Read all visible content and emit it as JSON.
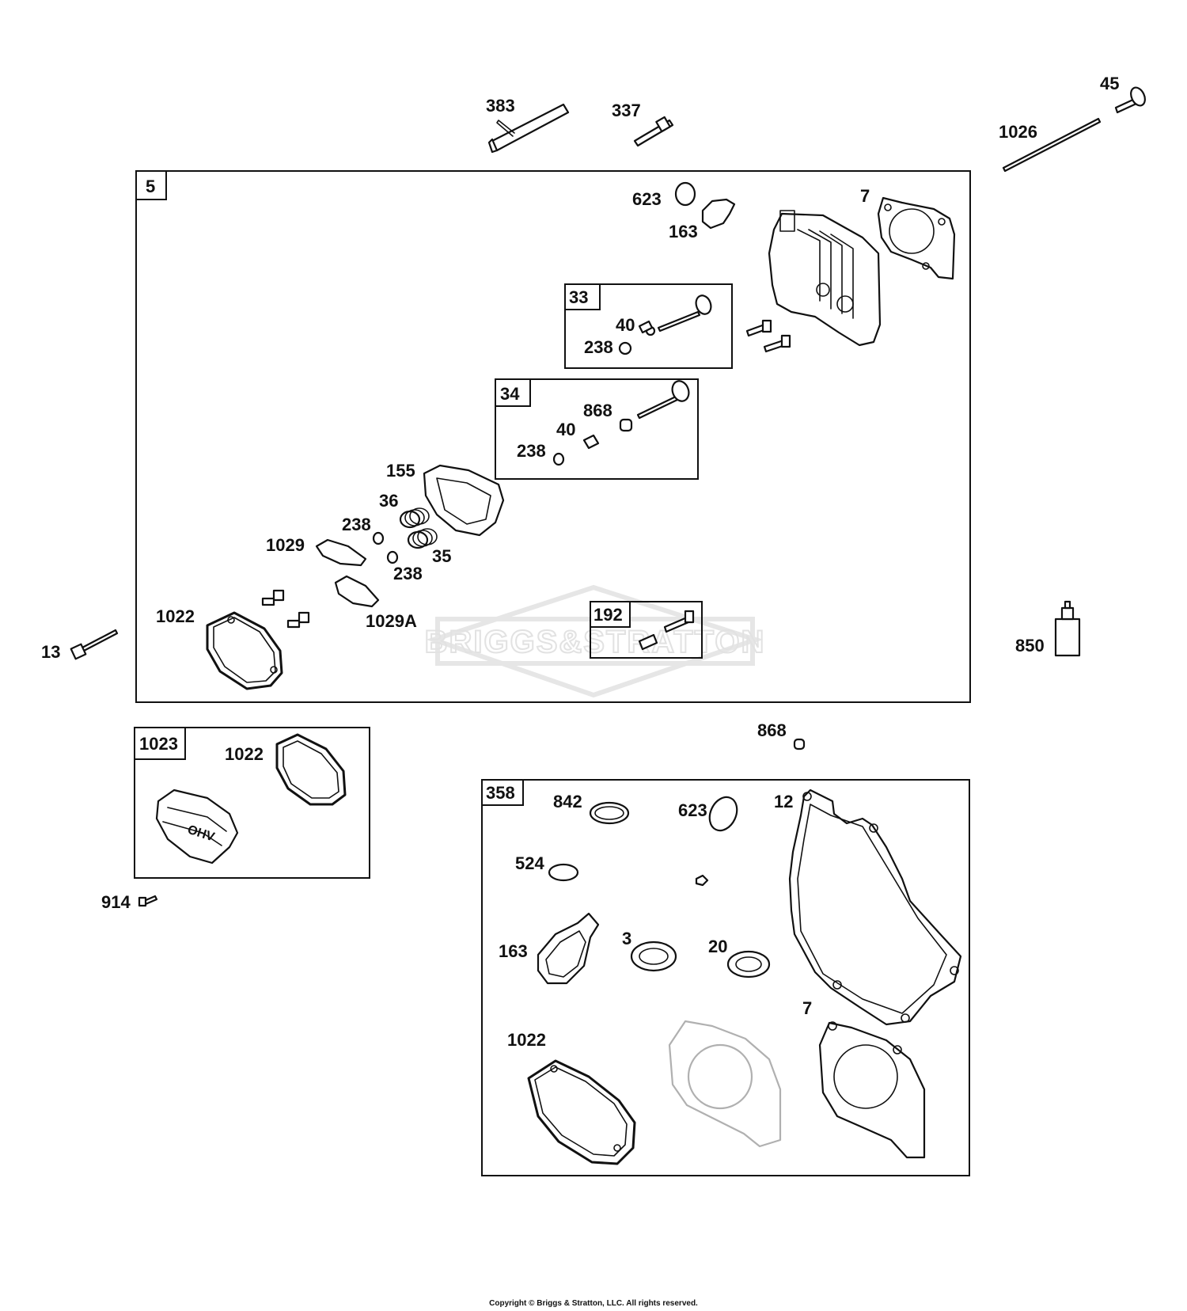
{
  "labels": {
    "l383": "383",
    "l337": "337",
    "l45": "45",
    "l1026": "1026",
    "l623": "623",
    "l163": "163",
    "l7": "7",
    "l40a": "40",
    "l238a": "238",
    "l868": "868",
    "l40b": "40",
    "l238b": "238",
    "l155": "155",
    "l36": "36",
    "l238c": "238",
    "l35": "35",
    "l238d": "238",
    "l1029": "1029",
    "l1029a": "1029A",
    "l1022a": "1022",
    "l13": "13",
    "l850": "850",
    "l868b": "868",
    "l1022b": "1022",
    "l914": "914",
    "l842": "842",
    "l623b": "623",
    "l12": "12",
    "l524": "524",
    "l163b": "163",
    "l3": "3",
    "l20": "20",
    "l7b": "7",
    "l1022c": "1022"
  },
  "boxes": {
    "b5": "5",
    "b33": "33",
    "b34": "34",
    "b192": "192",
    "b1023": "1023",
    "b358": "358"
  },
  "watermark": "BRIGGS&STRATTON",
  "cover_text": "OHV",
  "copyright": "Copyright © Briggs & Stratton, LLC. All rights reserved."
}
